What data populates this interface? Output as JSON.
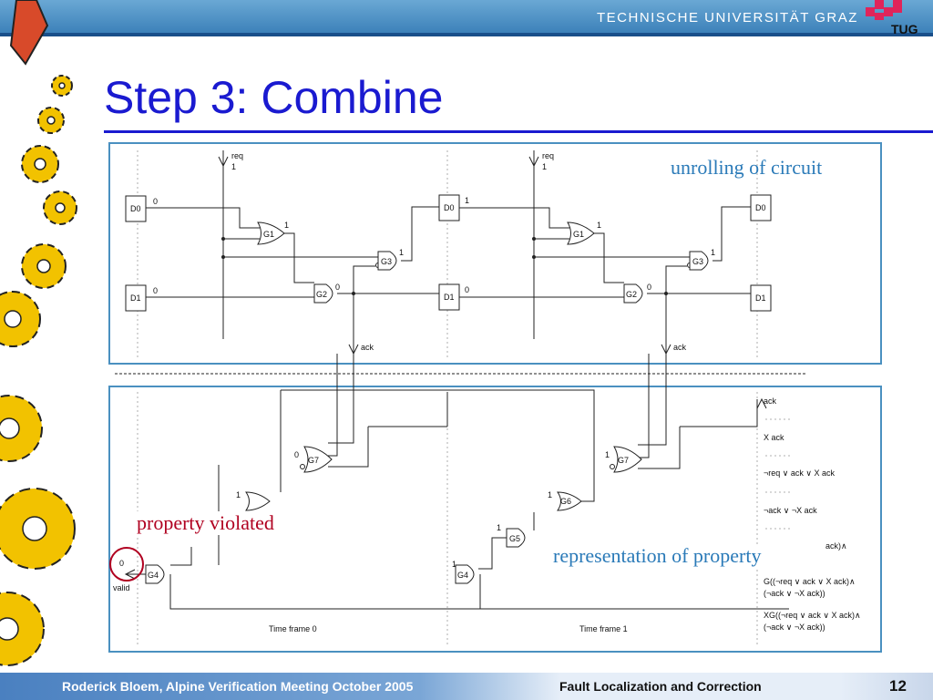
{
  "header": {
    "university": "TECHNISCHE UNIVERSITÄT GRAZ",
    "logo_text": "TUG"
  },
  "slide": {
    "title": "Step 3: Combine"
  },
  "callouts": {
    "unrolling": "unrolling of circuit",
    "violated": "property violated",
    "representation": "representation of property"
  },
  "circuit": {
    "req": "req",
    "req_val": "1",
    "ack": "ack",
    "d0": "D0",
    "d1": "D1",
    "g1": "G1",
    "g2": "G2",
    "g3": "G3",
    "g4": "G4",
    "g5": "G5",
    "g6": "G6",
    "g7": "G7",
    "v0": "0",
    "v1": "1",
    "valid": "valid",
    "frame0": "Time frame 0",
    "frame1": "Time frame 1"
  },
  "formulas": {
    "f1": "ack",
    "f2": "X ack",
    "f3": "¬req ∨ ack ∨ X ack",
    "f4": "¬ack ∨ ¬X ack",
    "f5": "ack)∧",
    "f6": "G((¬req ∨ ack ∨ X ack)∧",
    "f7": "(¬ack ∨ ¬X ack))",
    "f8": "XG((¬req ∨ ack ∨ X ack)∧",
    "f9": "(¬ack ∨ ¬X ack))"
  },
  "footer": {
    "author": "Roderick Bloem, Alpine Verification Meeting October 2005",
    "topic": "Fault Localization and Correction",
    "page": "12"
  },
  "colors": {
    "title": "#1a1ad0",
    "box": "#4a90c0",
    "callout_blue": "#2a7ab8",
    "callout_red": "#b00020"
  }
}
